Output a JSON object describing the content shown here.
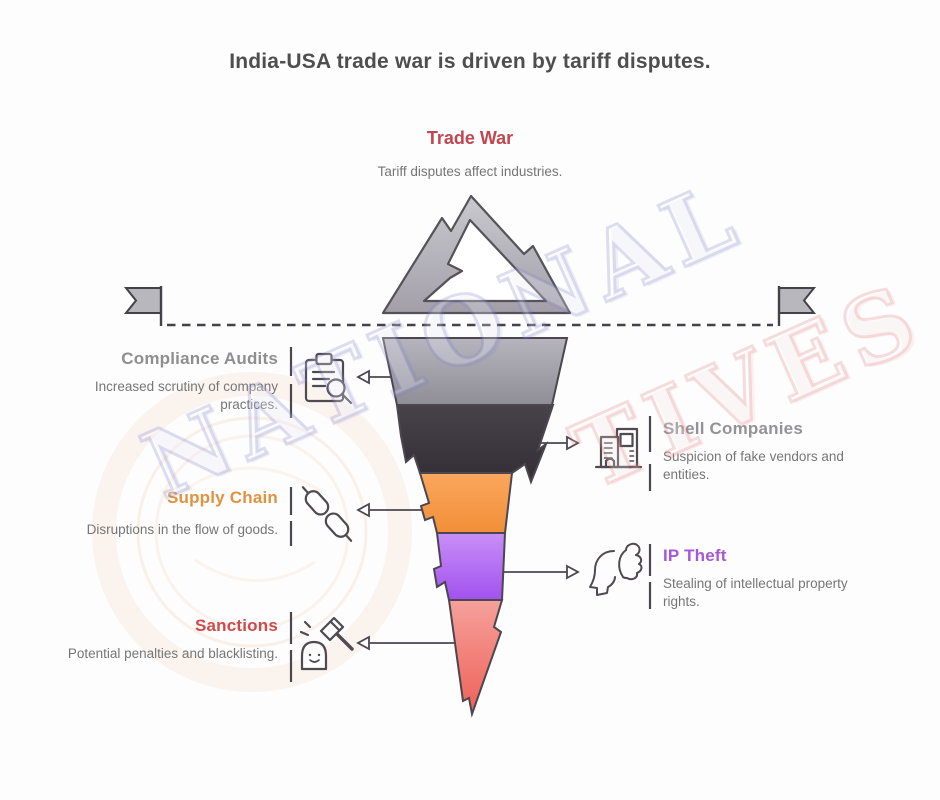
{
  "page": {
    "title": "India-USA trade war is driven by tariff disputes."
  },
  "header": {
    "heading": "Trade War",
    "heading_color": "#c2454f",
    "subheading": "Tariff disputes affect industries."
  },
  "watermark": {
    "line1": "NATIONAL",
    "line1_color": "#7d7dc8",
    "line2": "TIVES",
    "line2_color": "#dc6e6e"
  },
  "funnel": {
    "outline_color": "#4b4650",
    "segments": [
      {
        "id": "compliance-audits",
        "top": "#b6b4bd",
        "bottom": "#8f8d96"
      },
      {
        "id": "shell-companies",
        "top": "#484249",
        "bottom": "#332e35"
      },
      {
        "id": "supply-chain",
        "top": "#faa75e",
        "bottom": "#f28f38"
      },
      {
        "id": "ip-theft",
        "top": "#c88ff7",
        "bottom": "#a152ee"
      },
      {
        "id": "sanctions",
        "top": "#f5a19b",
        "bottom": "#ee6157"
      }
    ]
  },
  "items": [
    {
      "side": "left",
      "label": "Compliance Audits",
      "label_color": "#8e8e90",
      "desc": "Increased scrutiny of company practices.",
      "icon": "clipboard-search-icon"
    },
    {
      "side": "right",
      "label": "Shell Companies",
      "label_color": "#939395",
      "desc": "Suspicion of fake vendors and entities.",
      "icon": "building-icon"
    },
    {
      "side": "left",
      "label": "Supply Chain",
      "label_color": "#e0923f",
      "desc": "Disruptions in the flow of goods.",
      "icon": "chain-links-icon"
    },
    {
      "side": "right",
      "label": "IP Theft",
      "label_color": "#a557d8",
      "desc": "Stealing of intellectual property rights.",
      "icon": "head-hand-icon"
    },
    {
      "side": "left",
      "label": "Sanctions",
      "label_color": "#cf4a4a",
      "desc": "Potential penalties and blacklisting.",
      "icon": "gavel-ghost-icon"
    }
  ]
}
